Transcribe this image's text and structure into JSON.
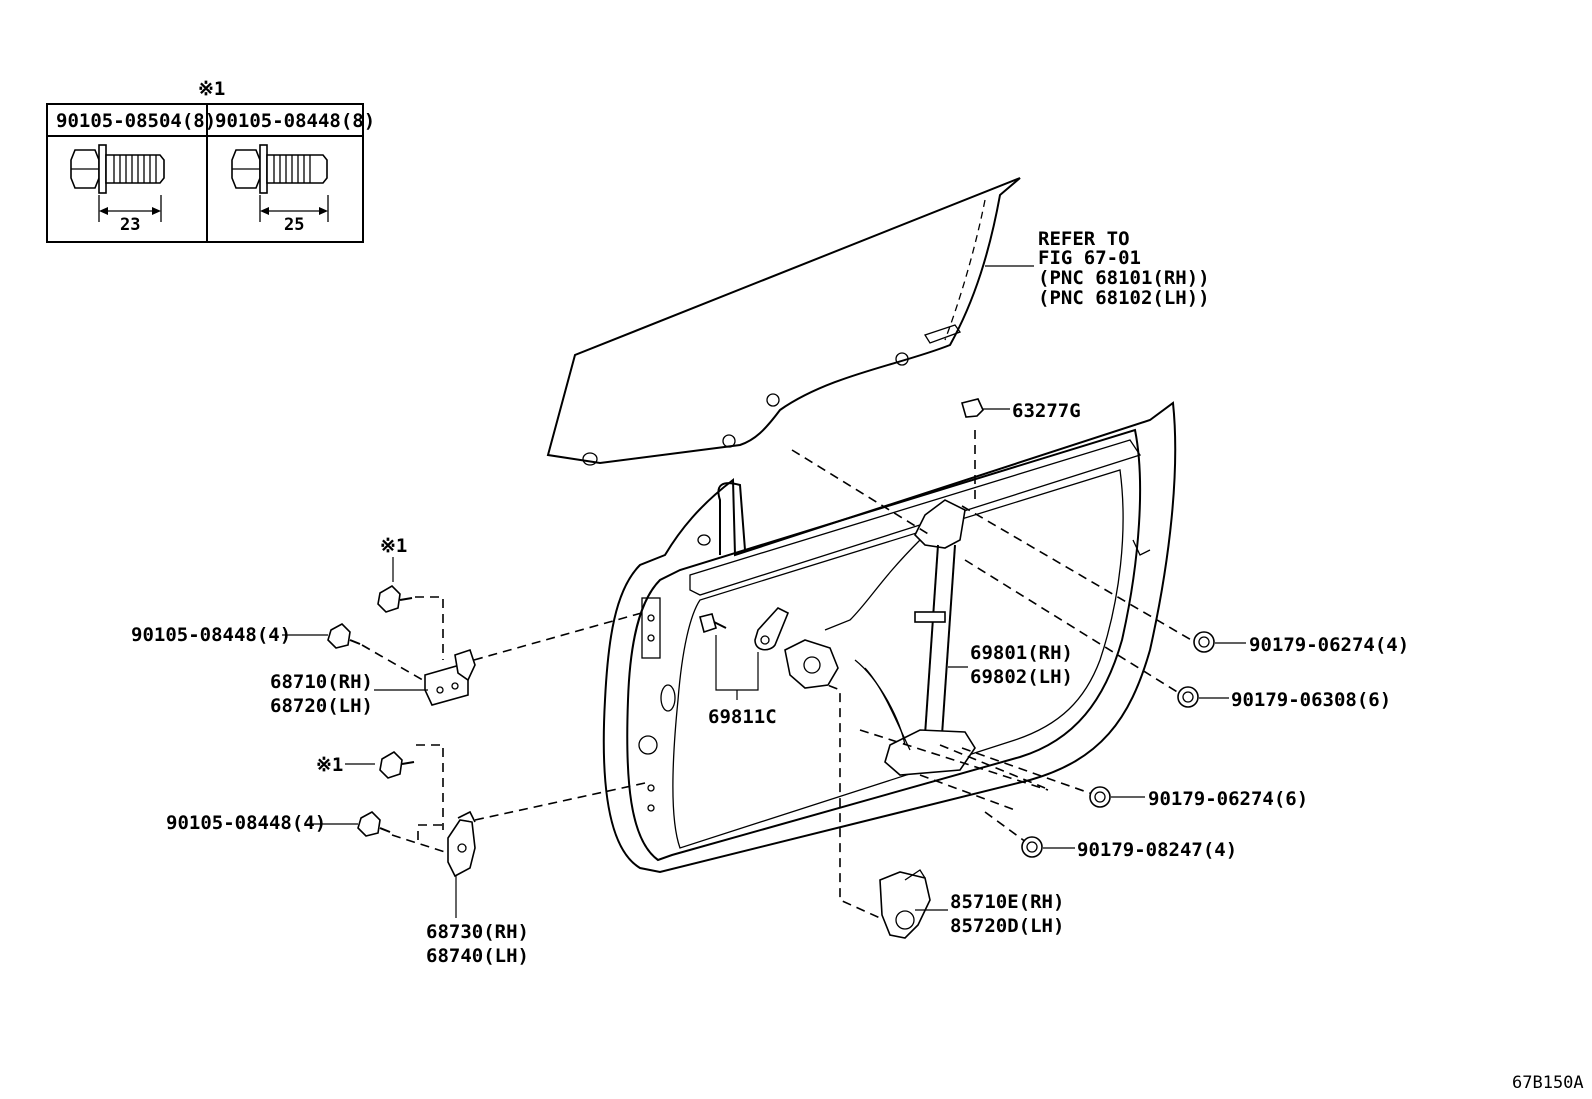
{
  "fastener_table": {
    "note_mark": "※1",
    "columns": [
      {
        "part_no": "90105-08504(8)",
        "length": "23"
      },
      {
        "part_no": "90105-08448(8)",
        "length": "25"
      }
    ]
  },
  "window_ref": {
    "line1": "REFER TO",
    "line2": "FIG 67-01",
    "line3": "(PNC 68101(RH))",
    "line4": "(PNC 68102(LH))"
  },
  "labels": {
    "p63277g": "63277G",
    "p90179_06274_4": "90179-06274(4)",
    "p90179_06308_6": "90179-06308(6)",
    "p69801_rh": "69801(RH)",
    "p69802_lh": "69802(LH)",
    "p69811c": "69811C",
    "p90179_06274_6": "90179-06274(6)",
    "p90179_08247_4": "90179-08247(4)",
    "p85710e_rh": "85710E(RH)",
    "p85720d_lh": "85720D(LH)",
    "mark_upper": "※1",
    "mark_lower": "※1",
    "p90105_08448_4_upper": "90105-08448(4)",
    "p68710_rh": "68710(RH)",
    "p68720_lh": "68720(LH)",
    "p90105_08448_4_lower": "90105-08448(4)",
    "p68730_rh": "68730(RH)",
    "p68740_lh": "68740(LH)"
  },
  "figure_code": "67B150A"
}
